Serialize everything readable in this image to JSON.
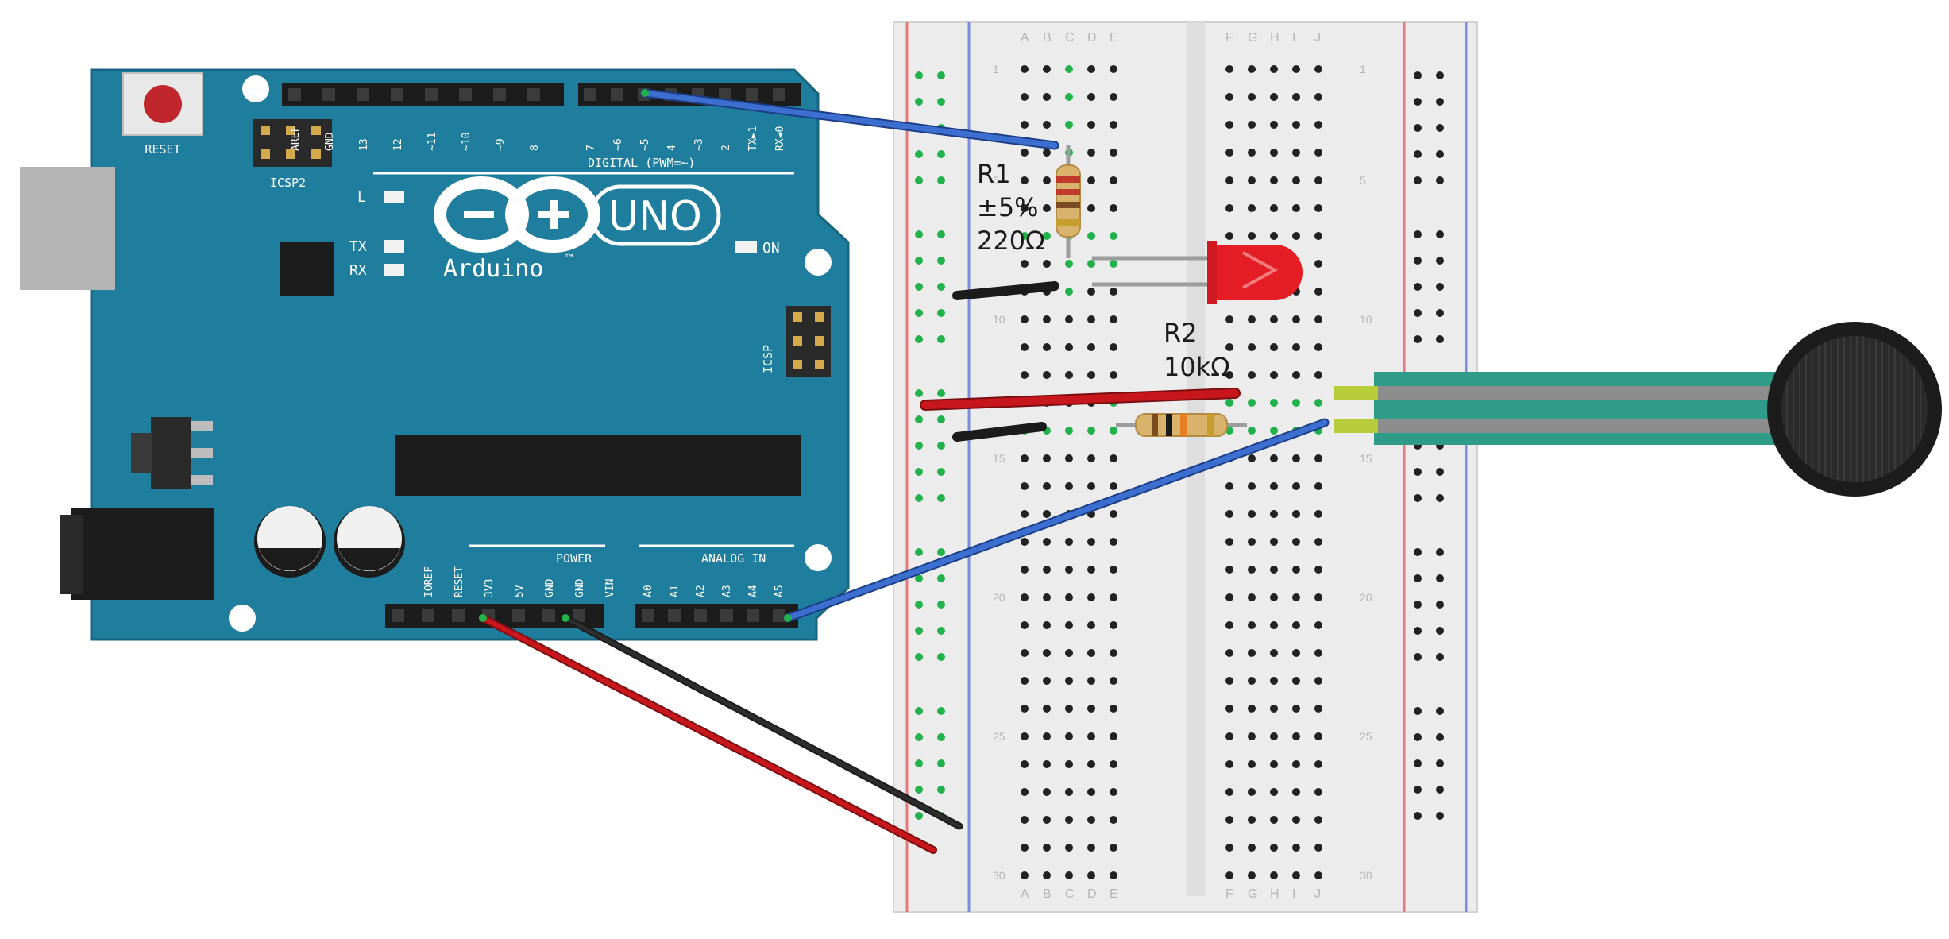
{
  "arduino": {
    "reset_label": "RESET",
    "icsp2_label": "ICSP2",
    "icsp_label": "ICSP",
    "brand": "Arduino",
    "model": "UNO",
    "tm": "™",
    "on_label": "ON",
    "l_label": "L",
    "tx_label": "TX",
    "rx_label": "RX",
    "digital_label": "DIGITAL (PWM=~)",
    "power_label": "POWER",
    "analog_label": "ANALOG IN",
    "digital_pins_left": [
      "AREF",
      "GND",
      "13",
      "12",
      "~11",
      "~10",
      "~9",
      "8"
    ],
    "digital_pins_right": [
      "7",
      "~6",
      "~5",
      "4",
      "~3",
      "2",
      "TX►1",
      "RX◄0"
    ],
    "power_pins": [
      "IOREF",
      "RESET",
      "3V3",
      "5V",
      "GND",
      "GND",
      "VIN"
    ],
    "analog_pins": [
      "A0",
      "A1",
      "A2",
      "A3",
      "A4",
      "A5"
    ]
  },
  "breadboard": {
    "col_letters_left": [
      "A",
      "B",
      "C",
      "D",
      "E"
    ],
    "col_letters_right": [
      "F",
      "G",
      "H",
      "I",
      "J"
    ],
    "row_numbers": [
      "1",
      "5",
      "10",
      "15",
      "20",
      "25",
      "30"
    ]
  },
  "components": {
    "r1_name": "R1",
    "r1_tolerance": "±5%",
    "r1_value": "220Ω",
    "r2_name": "R2",
    "r2_value": "10kΩ"
  },
  "colors": {
    "board": "#1f7e9d",
    "board_dark": "#17657e",
    "wire_blue": "#3d6fd1",
    "wire_red": "#c8171c",
    "wire_black": "#1b1b1b",
    "breadboard": "#ededed",
    "hole_green": "#22b24c",
    "led": "#e51e25",
    "sensor_tail": "#2e9c88"
  }
}
